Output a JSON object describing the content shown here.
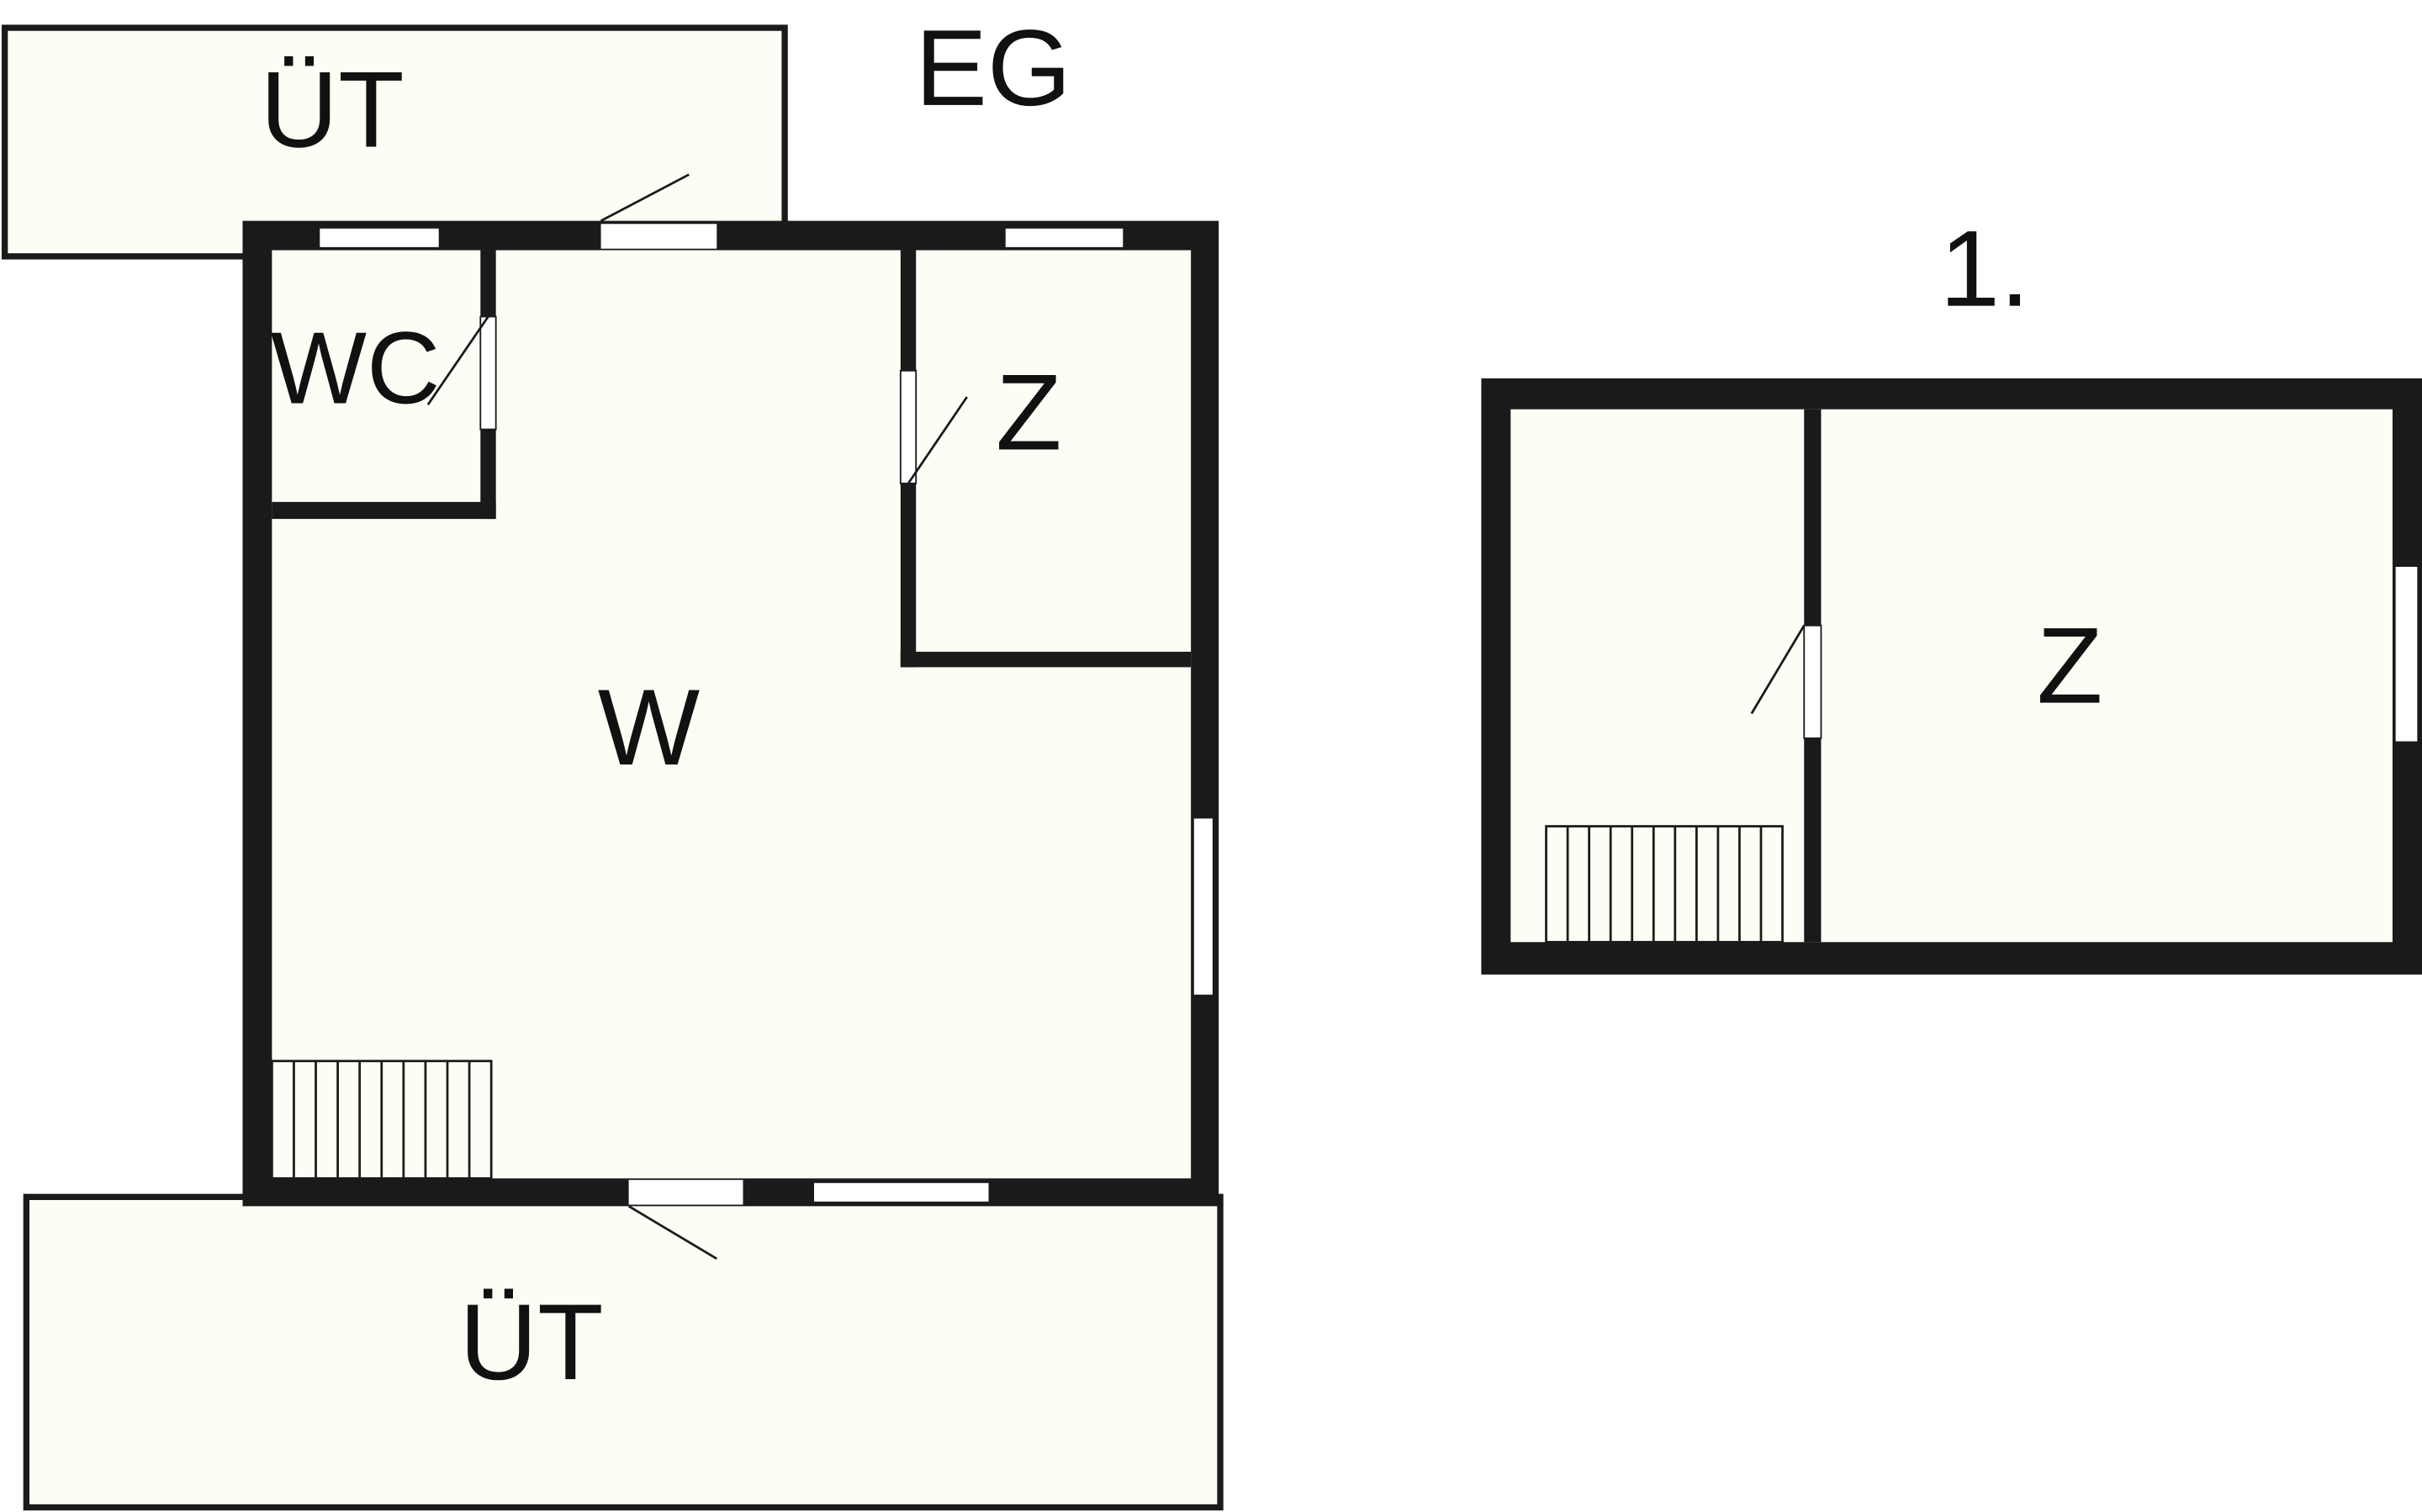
{
  "colors": {
    "wall": "#1a1a1a",
    "floor": "#fdfdf6",
    "opening": "#ffffff"
  },
  "labels": {
    "ground_floor": "EG",
    "first_floor": "1.",
    "terrace_top": "ÜT",
    "terrace_bottom": "ÜT",
    "wc": "WC",
    "room_z_ground": "Z",
    "living_w": "W",
    "room_z_first": "Z"
  }
}
